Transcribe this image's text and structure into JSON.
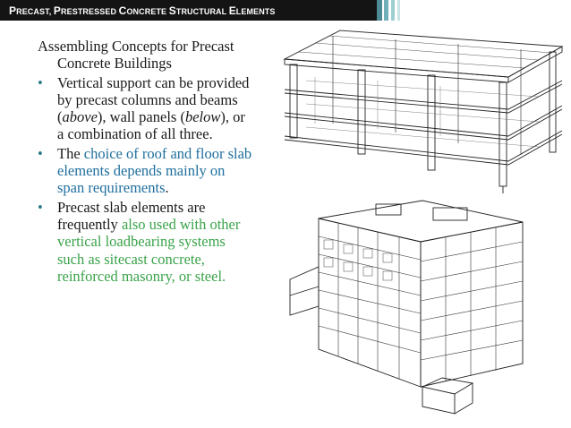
{
  "header": {
    "title_segments": [
      {
        "big": "P",
        "small": "RECAST, "
      },
      {
        "big": "P",
        "small": "RESTRESSED "
      },
      {
        "big": "C",
        "small": "ONCRETE "
      },
      {
        "big": "S",
        "small": "TRUCTURAL "
      },
      {
        "big": "E",
        "small": "LEMENTS"
      }
    ],
    "deco_colors": [
      "#4c8a96",
      "#6fb0b8",
      "#9ccfd2",
      "#c8e4e6"
    ]
  },
  "body": {
    "heading": "Assembling Concepts for Precast Concrete Buildings",
    "bullet_glyph": "•",
    "bullets": [
      {
        "p1": "Vertical support can be provided by precast columns and beams (",
        "em1": "above",
        "p2": "), wall panels (",
        "em2": "below",
        "p3": "), or a combination of all three."
      },
      {
        "p1": "The ",
        "blue": "choice of roof and floor slab elements depends mainly on span requirements",
        "p2": "."
      },
      {
        "p1": "Precast slab elements are frequently ",
        "green": "also used with other vertical loadbearing systems such as sitecast concrete, reinforced masonry, or steel."
      }
    ]
  },
  "figures": {
    "top": {
      "name": "precast-column-beam-frame-drawing"
    },
    "bottom": {
      "name": "precast-wall-panel-building-drawing"
    }
  }
}
